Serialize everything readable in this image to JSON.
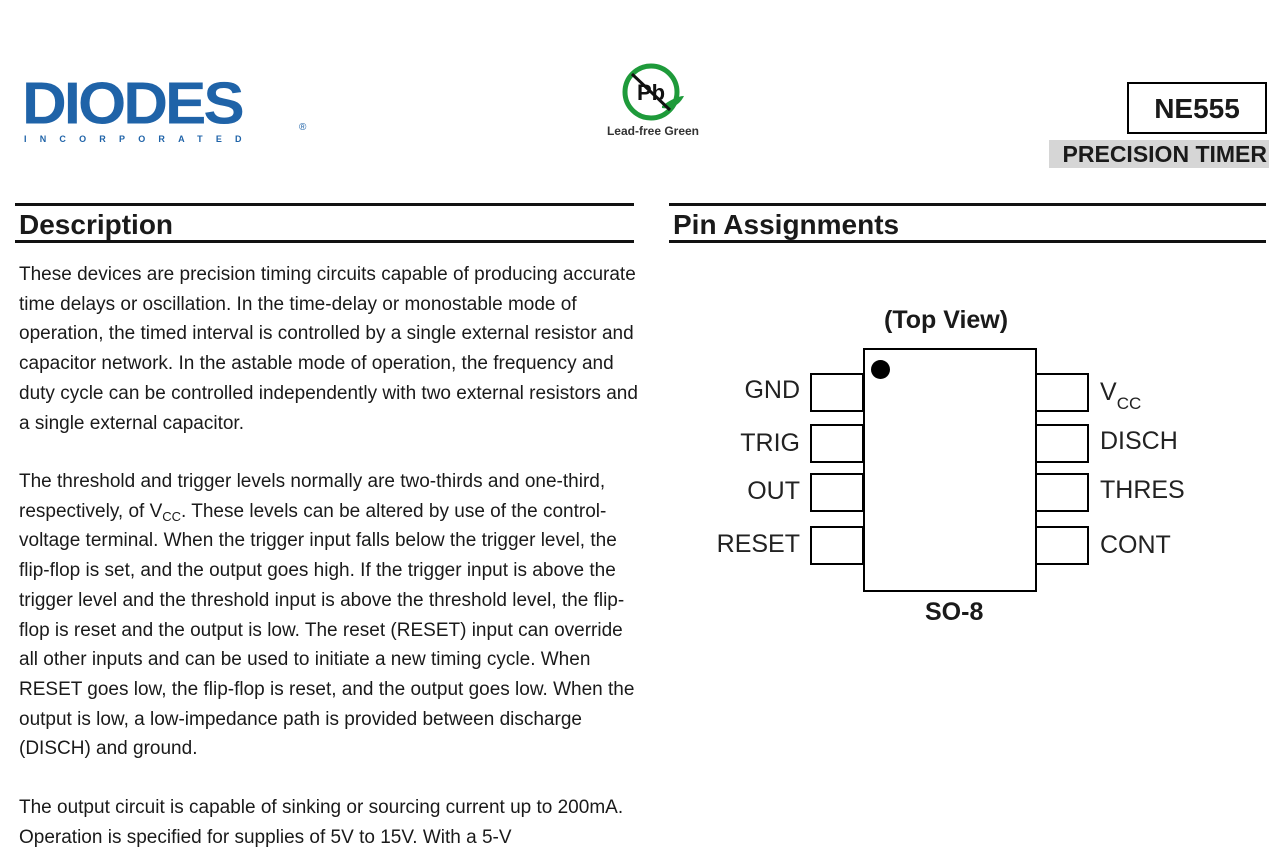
{
  "header": {
    "logo_text": "DIODES",
    "logo_subtext": "INCORPORATED",
    "logo_reg": "®",
    "badge_symbol": "Pb",
    "badge_text": "Lead-free Green",
    "part_number": "NE555",
    "subtitle": "PRECISION TIMER"
  },
  "description": {
    "heading": "Description",
    "p1": "These devices are precision timing circuits capable of producing accurate time delays or oscillation. In the time-delay or monostable mode of operation, the timed interval is controlled by a single external resistor and capacitor network. In the astable mode of operation, the frequency and duty cycle can be controlled independently with two external resistors and a single external capacitor.",
    "p2_a": "The threshold and trigger levels normally are two-thirds and one-third, respectively, of V",
    "p2_sub": "CC",
    "p2_b": ". These levels can be altered by use of the control-voltage terminal. When the trigger input falls below the trigger level, the flip-flop is set, and the output goes high. If the trigger input is above the trigger level and the threshold input is above the threshold level, the flip-flop is reset and the output is low. The reset (RESET) input can override all other inputs and can be used to initiate a new timing cycle. When RESET goes low, the flip-flop is reset, and the output goes low. When the output is low, a low-impedance path is provided between discharge (DISCH) and ground.",
    "p3": "The output circuit is capable of sinking or sourcing current up to 200mA. Operation is specified for supplies of 5V to 15V. With a 5-V"
  },
  "pins": {
    "heading": "Pin Assignments",
    "view_label": "(Top View)",
    "package": "SO-8",
    "left": [
      "GND",
      "TRIG",
      "OUT",
      "RESET"
    ],
    "right_vcc_main": "V",
    "right_vcc_sub": "CC",
    "right": [
      "DISCH",
      "THRES",
      "CONT"
    ]
  },
  "colors": {
    "brand_blue": "#1f63a8",
    "badge_green": "#1e9a3a",
    "subtitle_bg": "#d6d6d6"
  }
}
